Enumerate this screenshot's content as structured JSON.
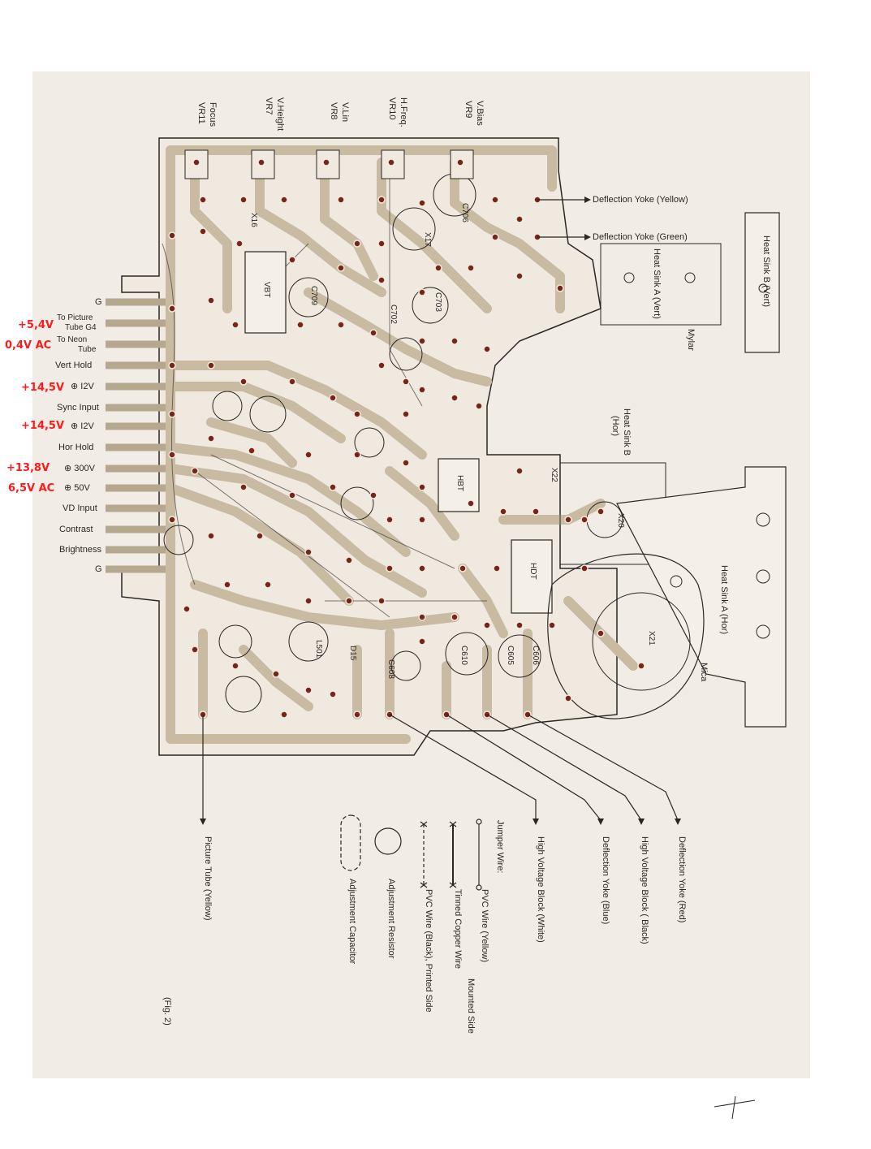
{
  "annotations": [
    {
      "id": "a1",
      "text": "+5,4V"
    },
    {
      "id": "a2",
      "text": "0,4V AC"
    },
    {
      "id": "a3",
      "text": "+14,5V"
    },
    {
      "id": "a4",
      "text": "+14,5V"
    },
    {
      "id": "a5",
      "text": "+13,8V"
    },
    {
      "id": "a6",
      "text": "6,5V AC"
    }
  ],
  "left_pins": {
    "g_top": "G",
    "picture_tube_1": "To Picture",
    "picture_tube_2": "Tube G4",
    "neon_1": "To Neon",
    "neon_2": "Tube",
    "vert_hold": "Vert Hold",
    "v12_a": "⊕ I2V",
    "sync_input": "Sync Input",
    "v12_b": "⊕ I2V",
    "hor_hold": "Hor Hold",
    "v300": "⊕ 300V",
    "v50": "⊕  50V",
    "vd_input": "VD Input",
    "contrast": "Contrast",
    "brightness": "Brightness",
    "g_bottom": "G"
  },
  "pots": [
    {
      "id": "p1",
      "name": "VR11",
      "func": "Focus"
    },
    {
      "id": "p2",
      "name": "VR7",
      "func": "V.Height"
    },
    {
      "id": "p3",
      "name": "VR8",
      "func": "V.Lin"
    },
    {
      "id": "p4",
      "name": "VR10",
      "func": "H.Freq."
    },
    {
      "id": "p5",
      "name": "VR9",
      "func": "V.Bias"
    }
  ],
  "right_labels": {
    "yoke_yellow": "Deflection Yoke (Yellow)",
    "yoke_green": "Deflection Yoke (Green)",
    "heat_sink_b_vert": "Heat Sink B (Vert)",
    "heat_sink_a_vert": "Heat Sink A (Vert)",
    "mylar": "Mylar",
    "heat_sink_b_hor_1": "Heat Sink B",
    "heat_sink_b_hor_2": "(Hor)",
    "heat_sink_a_hor": "Heat Sink A (Hor)",
    "mica": "Mica"
  },
  "board_labels": {
    "vbt": "VBT",
    "hbt": "HBT",
    "hdt": "HDT",
    "x21": "X21",
    "x22": "X22",
    "x20": "X20",
    "x17": "X17",
    "x16": "X16",
    "c605": "C605",
    "c606": "C606",
    "c610": "C610",
    "c608": "C608",
    "l501": "L501",
    "d15": "D15",
    "c706": "C706",
    "c709": "C709",
    "c703": "C703",
    "c702": "C702"
  },
  "bottom_labels": {
    "picture_tube_yellow": "Picture Tube (Yellow)",
    "hv_block_white": "High Voltage Block (White)",
    "yoke_blue": "Deflection Yoke (Blue)",
    "hv_block_black": "High Voltage Block ( Black)",
    "yoke_red": "Deflection Yoke (Red)"
  },
  "legend": {
    "jumper_wire": "Jumper Wire:",
    "pvc_yellow": "PVC Wire (Yellow)",
    "tinned_copper": "Tinned Copper Wire",
    "mounted_side": "Mounted Side",
    "pvc_black": "PVC Wire (Black), Printed Side",
    "adj_resistor": "Adjustment Resistor",
    "adj_capacitor": "Adjustment Capacitor"
  },
  "figure": "(Fig. 2)",
  "colors": {
    "annotation": "#ff1a1a",
    "trace": "#c9bba2",
    "board": "#efe9e0",
    "ink": "#2a2622",
    "pad": "#7a2418"
  }
}
